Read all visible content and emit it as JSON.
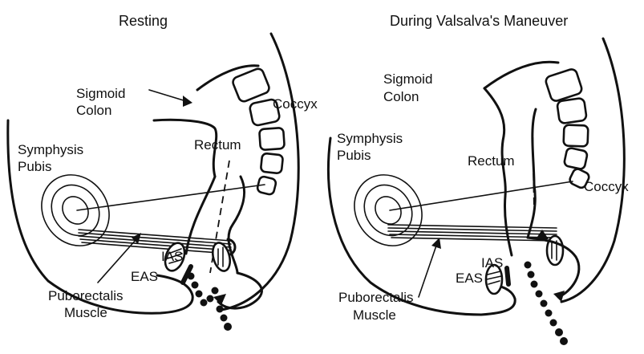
{
  "panels": {
    "resting": {
      "title": "Resting",
      "labels": {
        "sigmoid_colon_1": "Sigmoid",
        "sigmoid_colon_2": "Colon",
        "coccyx": "Coccyx",
        "symphysis_1": "Symphysis",
        "symphysis_2": "Pubis",
        "rectum": "Rectum",
        "ias": "IAS",
        "eas": "EAS",
        "puborectalis_1": "Puborectalis",
        "puborectalis_2": "Muscle"
      }
    },
    "valsalva": {
      "title": "During Valsalva's Maneuver",
      "labels": {
        "sigmoid_colon_1": "Sigmoid",
        "sigmoid_colon_2": "Colon",
        "coccyx": "Coccyx",
        "symphysis_1": "Symphysis",
        "symphysis_2": "Pubis",
        "rectum": "Rectum",
        "ias": "IAS",
        "eas": "EAS",
        "puborectalis_1": "Puborectalis",
        "puborectalis_2": "Muscle"
      }
    }
  },
  "colors": {
    "ink": "#111111",
    "background": "#ffffff"
  }
}
